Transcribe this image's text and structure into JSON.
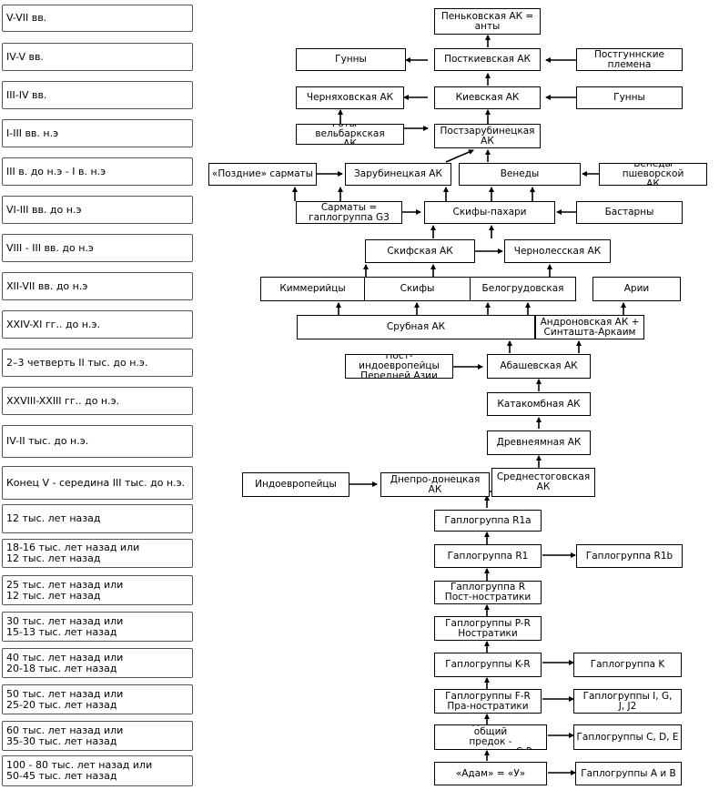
{
  "periods": [
    "V-VII вв.",
    "IV-V вв.",
    "III-IV вв.",
    "I-III вв. н.э",
    "III в. до н.э - I в. н.э",
    "VI-III вв. до н.э",
    "VIII - III вв. до н.э",
    "XII-VII вв. до н.э",
    "XXIV-XI гг.. до н.э.",
    "2–3 четверть II тыс. до н.э.",
    "XXVIII-XXIII гг.. до н.э.",
    "IV-II тыс. до н.э.",
    "Конец V - середина III тыс. до н.э.",
    "12 тыс. лет назад",
    "18-16 тыс. лет назад или\n12 тыс. лет назад",
    "25 тыс. лет назад или\n12 тыс. лет назад",
    "30 тыс. лет назад или\n15-13 тыс. лет назад",
    "40 тыс. лет назад или\n20-18 тыс. лет назад",
    "50 тыс. лет назад или\n25-20 тыс. лет назад",
    "60 тыс. лет назад или\n35-30 тыс. лет назад",
    "100 - 80 тыс. лет назад или\n50-45 тыс. лет назад"
  ],
  "nodes": {
    "penkovskaya": "Пеньковская АК =\nанты",
    "gunny_left": "Гунны",
    "postkievskaya": "Посткиевская АК",
    "postgunnskie": "Постгуннские\nплемена",
    "chernyakhovskaya": "Черняховская АК",
    "kievskaya": "Киевская АК",
    "gunny_right": "Гунны",
    "goty": "Готы = вельбаркская\nАК",
    "postzarubinetskaya": "Постзарубинецкая\nАК",
    "pozdnie_sarmaty": "«Поздние» сарматы",
    "zarubinetskaya": "Зарубинецкая АК",
    "venedy": "Венеды",
    "venedy_pshevorskoy": "Венеды пшеворской\nАК",
    "sarmaty": "Сарматы =\nгаплогруппа G3",
    "skify_pakhari": "Скифы-пахари",
    "bastarny": "Бастарны",
    "skifskaya": "Скифская АК",
    "chernolesskaya": "Чернолесская АК",
    "kimmeriytsy": "Киммерийцы",
    "skify": "Скифы",
    "belogrudovskaya": "Белогрудовская",
    "arii": "Арии",
    "srubnaya": "Срубная АК",
    "andronovskaya": "Андроновская АК +\nСинташта-Аркаим",
    "post_indoevropeytsy": "Пост-индоевропейцы\nПередней Азии",
    "abashevskaya": "Абашевская АК",
    "katakombnaya": "Катакомбная АК",
    "drevneyamnaya": "Древнеямная АК",
    "indoevropeytsy": "Индоевропейцы",
    "dnepro_donetskaya": "Днепро-донецкая АК",
    "srednestogovskaya": "Среднестоговская\nАК",
    "r1a": "Гаплогруппа R1a",
    "r1": "Гаплогруппа R1",
    "r1b": "Гаплогруппа R1b",
    "r": "Гаплогруппа R\nПост-ностратики",
    "p_r": "Гаплогруппы P-R\nНостратики",
    "k_r": "Гаплогруппы K-R",
    "k": "Гаплогруппа K",
    "f_r": "Гаплогруппы F-R\nПра-ностратики",
    "i_g_j": "Гаплогруппы I, G,\nJ, J2",
    "c_r": "Неафриканский общий\nпредок - гаплогруппа C-R",
    "c_d_e": "Гаплогруппы C, D, E",
    "adam": "«Адам» = «У»",
    "a_b": "Гаплогруппы A и B"
  }
}
